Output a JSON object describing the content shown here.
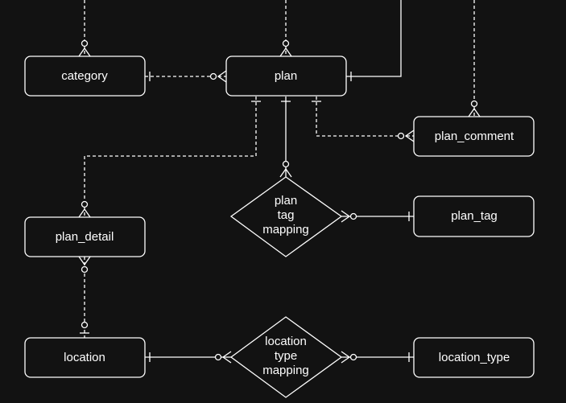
{
  "diagram": {
    "entities": {
      "category": "category",
      "plan": "plan",
      "plan_comment": "plan_comment",
      "plan_detail": "plan_detail",
      "plan_tag": "plan_tag",
      "location": "location",
      "location_type": "location_type"
    },
    "relations": {
      "plan_tag_mapping": [
        "plan",
        "tag",
        "mapping"
      ],
      "location_type_mapping": [
        "location",
        "type",
        "mapping"
      ]
    }
  }
}
